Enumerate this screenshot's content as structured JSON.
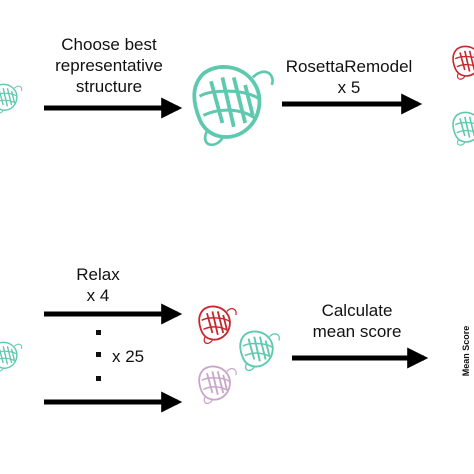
{
  "top_row": {
    "step1_label_lines": [
      "Choose best",
      "representative",
      "structure"
    ],
    "step2_label_lines": [
      "RosettaRemodel",
      "x 5"
    ]
  },
  "bottom_row": {
    "relax_label_lines": [
      "Relax",
      "x 4"
    ],
    "repeat_label": "x 25",
    "calc_label_lines": [
      "Calculate",
      "mean score"
    ],
    "axis_label": "Mean Score"
  },
  "colors": {
    "protein_teal": "#5fc9b0",
    "protein_red": "#c8262c",
    "protein_pink": "#c9a6c9",
    "arrow": "#000000"
  },
  "icons": [
    "protein-structure-icon",
    "arrow-icon"
  ]
}
